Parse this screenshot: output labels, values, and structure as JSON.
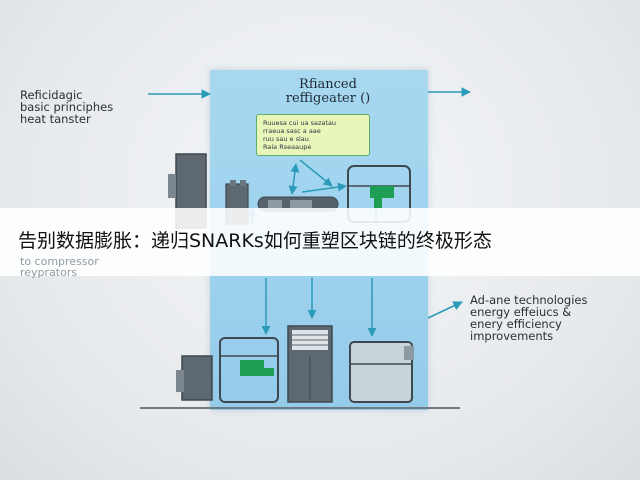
{
  "diagram": {
    "left_text": "Reficidagic\nbasic principhes\nheat tanster",
    "panel_title": "Rfianced\nreffigeater ()",
    "callout_lines": [
      "Ruuesa cui ua sazatau",
      "rraeua sasc a aae",
      "ruu sau e slau",
      "Raia Rseaaupe"
    ],
    "right_text": "Ad-ane technologies\nenergy effeiucs &\nenery efficiency\nimprovements",
    "obscured_left_text": "to compressor\nreyprators",
    "colors": {
      "panel": "#9dd2ee",
      "callout_fill": "#e9f6b9",
      "callout_border": "#5fae6b",
      "arrow": "#2a9bb8",
      "accent_green": "#1f9e56",
      "machine": "#5d6870"
    }
  },
  "banner": {
    "title": "告别数据膨胀：递归SNARKs如何重塑区块链的终极形态"
  }
}
